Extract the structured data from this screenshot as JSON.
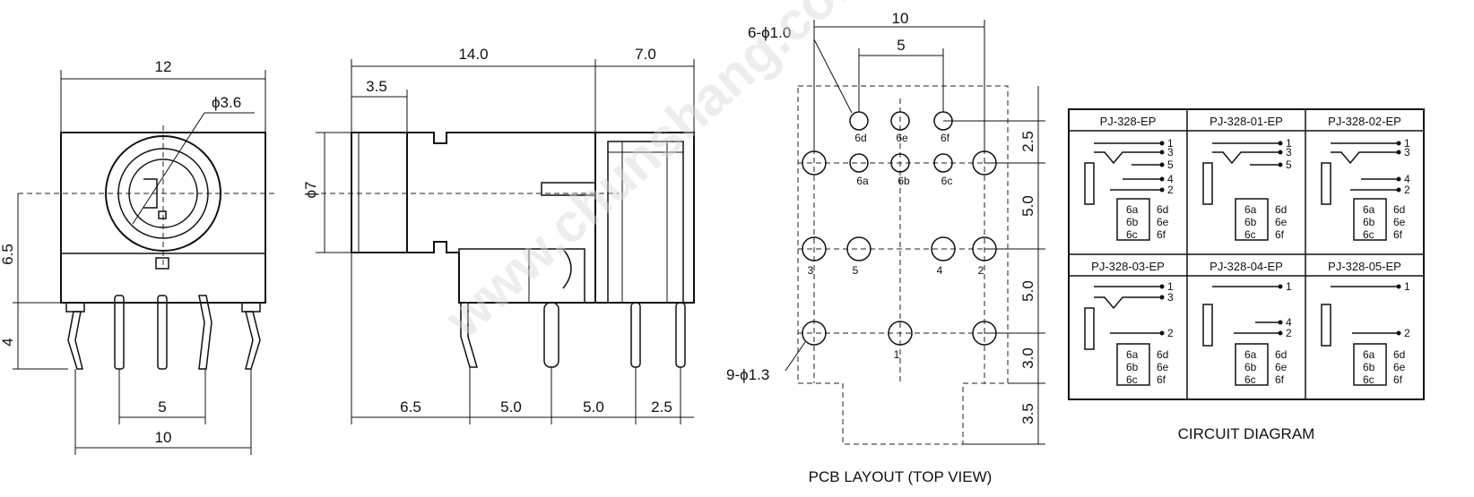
{
  "front_view": {
    "dim_width": "12",
    "dim_hole": "ϕ3.6",
    "dim_height": "6.5",
    "dim_pin_len": "4",
    "dim_pitch": "5",
    "dim_span": "10"
  },
  "side_view": {
    "dim_body": "14.0",
    "dim_rear": "7.0",
    "dim_nose": "3.5",
    "dim_dia": "ϕ7",
    "dim_seg1": "6.5",
    "dim_seg2": "5.0",
    "dim_seg3": "5.0",
    "dim_seg4": "2.5"
  },
  "pcb_layout": {
    "title": "PCB LAYOUT (TOP VIEW)",
    "small_holes": "6-ϕ1.0",
    "large_holes": "9-ϕ1.3",
    "dim_top_outer": "10",
    "dim_top_inner": "5",
    "dim_v1": "2.5",
    "dim_v2": "5.0",
    "dim_v3": "5.0",
    "dim_v4": "3.0",
    "dim_v5": "3.5",
    "pins": [
      "6d",
      "6e",
      "6f",
      "6a",
      "6b",
      "6c",
      "3",
      "5",
      "4",
      "2",
      "1"
    ]
  },
  "circuit_diagram": {
    "title": "CIRCUIT DIAGRAM",
    "models": [
      "PJ-328-EP",
      "PJ-328-01-EP",
      "PJ-328-02-EP",
      "PJ-328-03-EP",
      "PJ-328-04-EP",
      "PJ-328-05-EP"
    ],
    "terminals": [
      "1",
      "3",
      "5",
      "4",
      "2"
    ],
    "switch_labels": [
      "6a",
      "6b",
      "6c",
      "6d",
      "6e",
      "6f"
    ]
  },
  "watermark": "www.chunshang.com"
}
